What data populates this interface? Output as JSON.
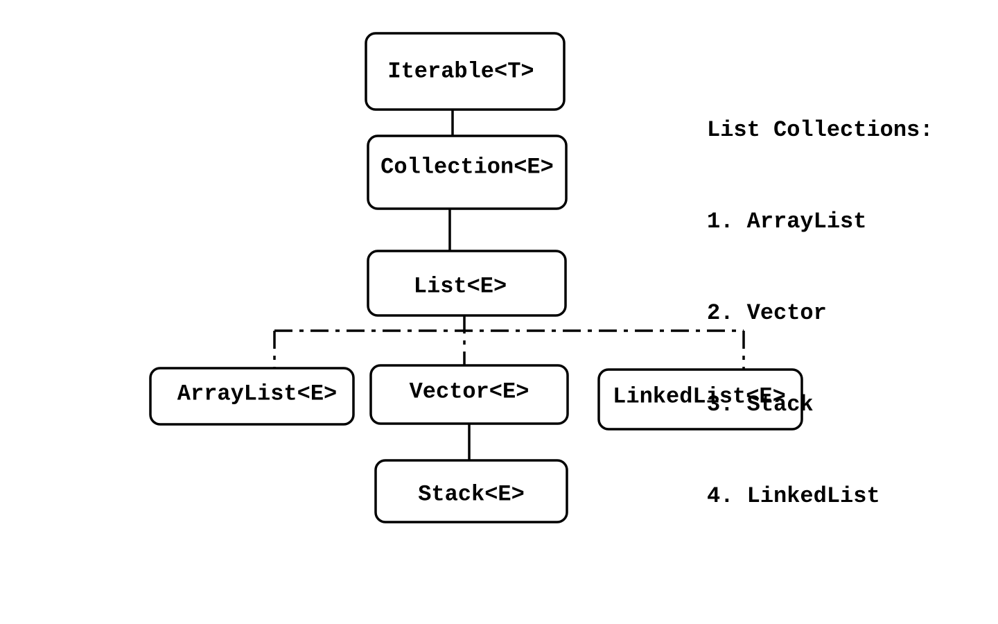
{
  "nodes": {
    "iterable": "Iterable<T>",
    "collection": "Collection<E>",
    "list": "List<E>",
    "arraylist": "ArrayList<E>",
    "vector": "Vector<E>",
    "linkedlist": "LinkedList<E>",
    "stack": "Stack<E>"
  },
  "edges": [
    {
      "from": "iterable",
      "to": "collection",
      "style": "solid"
    },
    {
      "from": "collection",
      "to": "list",
      "style": "solid"
    },
    {
      "from": "list",
      "to": "arraylist",
      "style": "dashed"
    },
    {
      "from": "list",
      "to": "vector",
      "style": "dashed"
    },
    {
      "from": "list",
      "to": "linkedlist",
      "style": "dashed"
    },
    {
      "from": "vector",
      "to": "stack",
      "style": "solid"
    }
  ],
  "legend": {
    "title": "List Collections:",
    "items": [
      "1. ArrayList",
      "2. Vector",
      "3. Stack",
      "4. LinkedList"
    ]
  }
}
